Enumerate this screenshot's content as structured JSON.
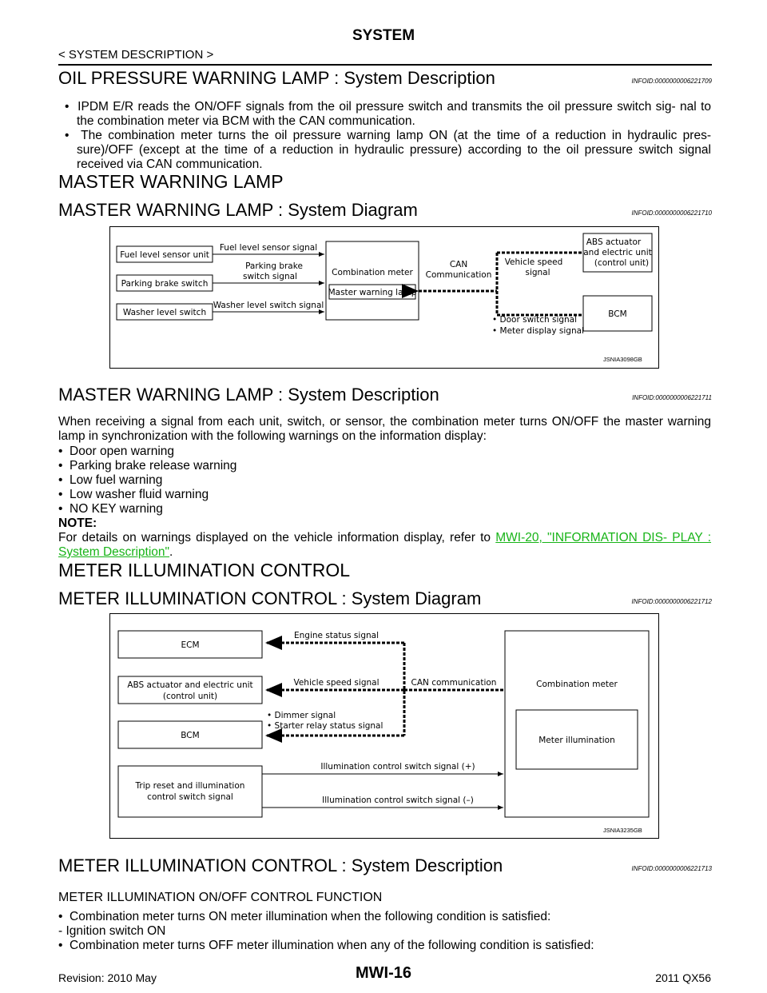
{
  "header": {
    "title": "SYSTEM",
    "subtitle": "< SYSTEM DESCRIPTION >"
  },
  "sections": {
    "s1": {
      "title": "OIL PRESSURE WARNING LAMP : System Description",
      "infoid": "INFOID:0000000006221709",
      "bullets": [
        "IPDM E/R reads the ON/OFF signals from the oil pressure switch and transmits the oil pressure switch sig- nal to the combination meter via BCM with the CAN communication.",
        "The combination meter turns the oil pressure warning lamp ON (at the time of a reduction in hydraulic pres- sure)/OFF (except at the time of a reduction in hydraulic pressure) according to the oil pressure switch signal received via CAN communication."
      ]
    },
    "master_heading": "MASTER WARNING LAMP",
    "s2": {
      "title": "MASTER WARNING LAMP : System Diagram",
      "infoid": "INFOID:0000000006221710"
    },
    "s3": {
      "title": "MASTER WARNING LAMP : System Description",
      "infoid": "INFOID:0000000006221711",
      "intro": "When receiving a signal from each unit, switch, or sensor, the combination meter turns ON/OFF the master warning lamp in synchronization with the following warnings on the information display:",
      "bullets": [
        "Door open warning",
        "Parking brake release warning",
        "Low fuel warning",
        "Low washer fluid warning",
        "NO KEY warning"
      ],
      "note_label": "NOTE:",
      "note_text": "For details on warnings displayed on the vehicle information display, refer to ",
      "note_link": "MWI-20, \"INFORMATION DIS- PLAY : System Description\"",
      "note_end": "."
    },
    "meter_heading": "METER ILLUMINATION CONTROL",
    "s4": {
      "title": "METER ILLUMINATION CONTROL : System Diagram",
      "infoid": "INFOID:0000000006221712"
    },
    "s5": {
      "title": "METER ILLUMINATION CONTROL : System Description",
      "infoid": "INFOID:0000000006221713",
      "subhead": "METER ILLUMINATION ON/OFF CONTROL FUNCTION",
      "b1": "Combination meter turns ON meter illumination when the following condition is satisfied:",
      "d1": "- Ignition switch ON",
      "b2": "Combination meter turns OFF meter illumination when any of the following condition is satisfied:"
    }
  },
  "diagram1": {
    "fuel_sensor": "Fuel level sensor unit",
    "parking_switch": "Parking brake switch",
    "washer_switch": "Washer level switch",
    "fuel_signal": "Fuel level sensor signal",
    "parking_signal_1": "Parking brake",
    "parking_signal_2": "switch signal",
    "washer_signal": "Washer level switch signal",
    "combination_meter": "Combination meter",
    "master_lamp": "Master warning lamp",
    "can_1": "CAN",
    "can_2": "Communication",
    "speed_1": "Vehicle speed",
    "speed_2": "signal",
    "abs_1": "ABS actuator",
    "abs_2": "and electric unit",
    "abs_3": "(control unit)",
    "bcm": "BCM",
    "door_signal": "• Door switch signal",
    "meter_display_signal": "• Meter display signal",
    "tag": "JSNIA3098GB"
  },
  "diagram2": {
    "ecm": "ECM",
    "abs_1": "ABS actuator and electric unit",
    "abs_2": "(control unit)",
    "bcm": "BCM",
    "trip_1": "Trip reset and illumination",
    "trip_2": "control switch signal",
    "engine_signal": "Engine status signal",
    "speed_signal": "Vehicle speed signal",
    "dimmer_signal": "• Dimmer signal",
    "starter_signal": "• Starter relay status signal",
    "can": "CAN communication",
    "illum_plus": "Illumination control switch signal (+)",
    "illum_minus": "Illumination control switch signal (–)",
    "combination_meter": "Combination meter",
    "meter_illumination": "Meter illumination",
    "tag": "JSNIA3235GB"
  },
  "footer": {
    "revision": "Revision: 2010 May",
    "page": "MWI-16",
    "model": "2011 QX56"
  }
}
